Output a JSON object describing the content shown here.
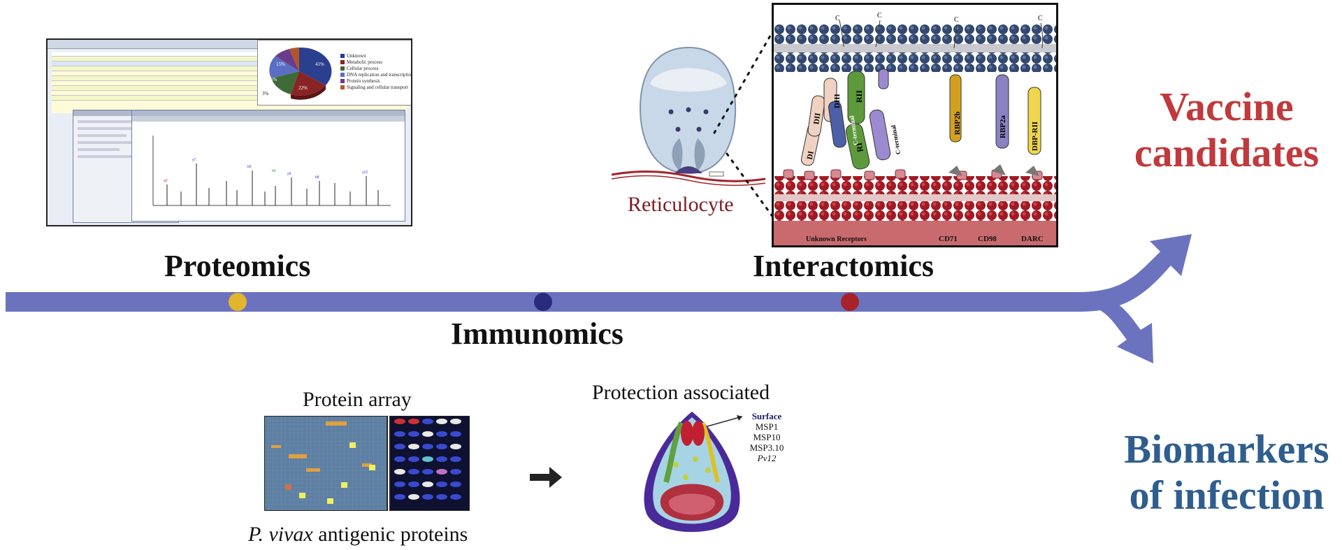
{
  "stages": {
    "proteomics": "Proteomics",
    "immunomics": "Immunomics",
    "interactomics": "Interactomics"
  },
  "outcomes": {
    "vaccine_line1": "Vaccine",
    "vaccine_line2": "candidates",
    "biomarker_line1": "Biomarkers",
    "biomarker_line2": "of infection"
  },
  "proteomics_panel": {
    "pie_labels": [
      "41%",
      "22%",
      "15%",
      "6%",
      "3%"
    ],
    "legend": [
      "Unknown",
      "Metabolic process",
      "Cellular process",
      "DNA replication and transcription",
      "Protein synthesis",
      "Signaling and cellular transport"
    ]
  },
  "immunomics_panel": {
    "array_title": "Protein array",
    "array_caption_italic": "P. vivax",
    "array_caption_rest": " antigenic proteins",
    "protection_title": "Protection associated",
    "protection_items": [
      "Surface",
      "MSP1",
      "MSP10",
      "MSP3.10",
      "Pv12"
    ]
  },
  "interactomics_panel": {
    "cell_label": "Reticulocyte",
    "domains": [
      "DI",
      "DII",
      "DIII",
      "RII",
      "RI",
      "C-terminal",
      "C-terminal"
    ],
    "ligands": [
      "RBP2b",
      "RBP2a",
      "DBP-RII"
    ],
    "receptors": [
      "Unknown Receptors",
      "CD71",
      "CD98",
      "DARC"
    ],
    "terminus_marks": [
      "C",
      "C",
      "C",
      "C"
    ]
  },
  "colors": {
    "timeline": "#6b73bf",
    "dot_proteomics": "#e2b52e",
    "dot_immunomics": "#2a2a7e",
    "dot_interactomics": "#a6232a",
    "vaccine": "#c0393c",
    "biomarker": "#2f5e8e",
    "reticulocyte_text": "#7b1d23"
  }
}
